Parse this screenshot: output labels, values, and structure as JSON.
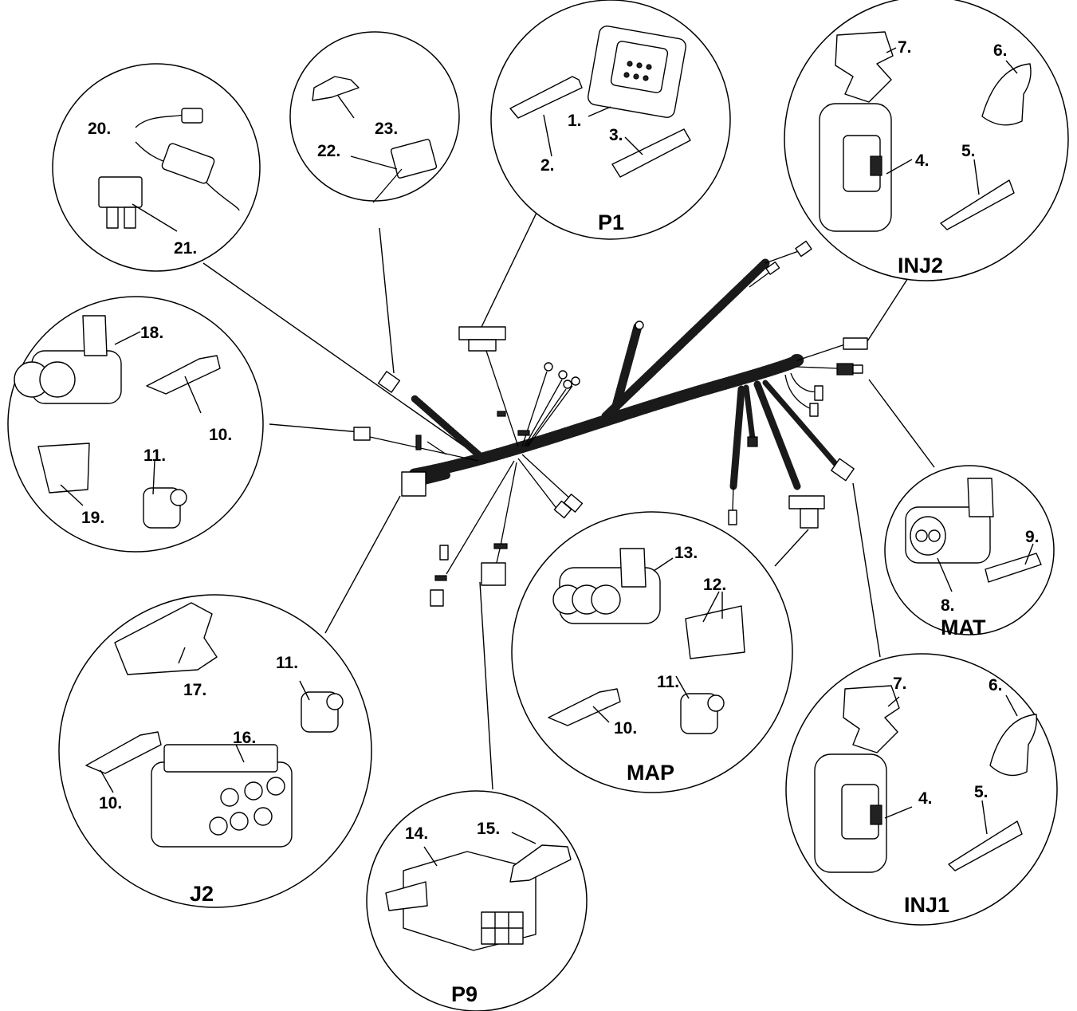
{
  "callouts": {
    "p1": {
      "name": "P1",
      "parts": [
        {
          "id": "1",
          "text": "1."
        },
        {
          "id": "2",
          "text": "2."
        },
        {
          "id": "3",
          "text": "3."
        }
      ]
    },
    "inj2": {
      "name": "INJ2",
      "parts": [
        {
          "id": "7",
          "text": "7."
        },
        {
          "id": "6",
          "text": "6."
        },
        {
          "id": "4",
          "text": "4."
        },
        {
          "id": "5",
          "text": "5."
        }
      ]
    },
    "fuse": {
      "name": "",
      "parts": [
        {
          "id": "20",
          "text": "20."
        },
        {
          "id": "21",
          "text": "21."
        }
      ]
    },
    "terminal": {
      "name": "",
      "parts": [
        {
          "id": "23",
          "text": "23."
        },
        {
          "id": "22",
          "text": "22."
        }
      ]
    },
    "c18": {
      "name": "",
      "parts": [
        {
          "id": "18",
          "text": "18."
        },
        {
          "id": "10",
          "text": "10."
        },
        {
          "id": "11",
          "text": "11."
        },
        {
          "id": "19",
          "text": "19."
        }
      ]
    },
    "mat": {
      "name": "MAT",
      "parts": [
        {
          "id": "9",
          "text": "9."
        },
        {
          "id": "8",
          "text": "8."
        }
      ]
    },
    "map": {
      "name": "MAP",
      "parts": [
        {
          "id": "13",
          "text": "13."
        },
        {
          "id": "12",
          "text": "12."
        },
        {
          "id": "11",
          "text": "11."
        },
        {
          "id": "10",
          "text": "10."
        }
      ]
    },
    "j2": {
      "name": "J2",
      "parts": [
        {
          "id": "17",
          "text": "17."
        },
        {
          "id": "11",
          "text": "11."
        },
        {
          "id": "16",
          "text": "16."
        },
        {
          "id": "10",
          "text": "10."
        }
      ]
    },
    "p9": {
      "name": "P9",
      "parts": [
        {
          "id": "14",
          "text": "14."
        },
        {
          "id": "15",
          "text": "15."
        }
      ]
    },
    "inj1": {
      "name": "INJ1",
      "parts": [
        {
          "id": "7",
          "text": "7."
        },
        {
          "id": "6",
          "text": "6."
        },
        {
          "id": "4",
          "text": "4."
        },
        {
          "id": "5",
          "text": "5."
        }
      ]
    }
  }
}
